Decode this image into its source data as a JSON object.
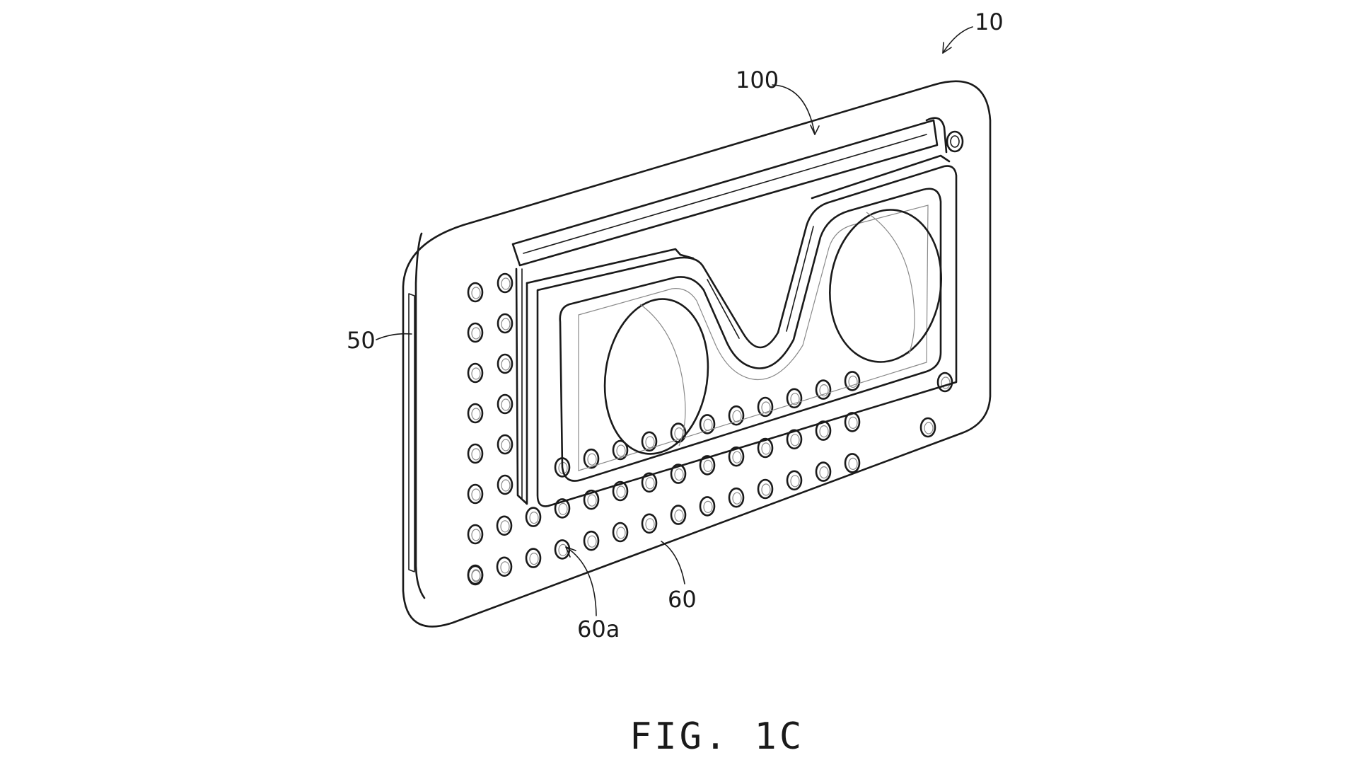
{
  "figure": {
    "caption": "FIG. 1C",
    "labels": {
      "assembly": "10",
      "headset": "100",
      "case": "50",
      "perforated_back": "60",
      "hole": "60a"
    }
  },
  "colors": {
    "background": "#ffffff",
    "line": "#1a1a1a"
  }
}
